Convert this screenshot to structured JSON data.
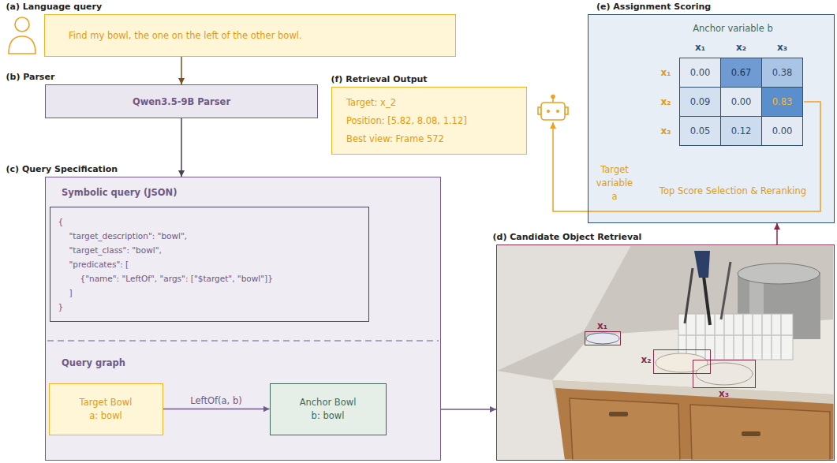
{
  "diagram": {
    "nodes": [
      {
        "text": [
          "(a) Language query",
          "Find my bowl, the one on the left of the other bowl."
        ]
      },
      {
        "text": [
          "(b) Parser",
          "Qwen3.5-9B Parser"
        ]
      },
      {
        "text": [
          "(c) Query Specification",
          "Symbolic query (JSON)",
          "Query graph"
        ]
      },
      {
        "text": [
          "{",
          "\"target_description\": \"bowl\",",
          "\"target_class\": \"bowl\",",
          "\"predicates\": [",
          "{\"name\": \"LeftOf\", \"args\": [\"$target\", \"bowl\"]}",
          "]",
          "}"
        ],
        "in": 2
      },
      {
        "text": [
          "Target Bowl",
          "a: bowl"
        ],
        "in": 2
      },
      {
        "text": [
          "Anchor Bowl",
          "b: bowl"
        ],
        "in": 2
      },
      {
        "text": [
          "(d) Candidate Object Retrieval"
        ]
      },
      {
        "text": [
          "x₁"
        ],
        "in": 6
      },
      {
        "text": [
          "x₂"
        ],
        "in": 6
      },
      {
        "text": [
          "x₃"
        ],
        "in": 6
      },
      {
        "text": [
          "(e) Assignment Scoring",
          "Anchor variable b",
          "Target variable a",
          "Top Score Selection & Reranking"
        ]
      },
      {
        "text": [
          "(f) Retrieval Output",
          "Target: x_2",
          "Position: [5.82, 8.08, 1.12]",
          "Best view: Frame 572"
        ]
      }
    ],
    "edges": [
      {
        "from": 0,
        "to": 1,
        "arrow": "to"
      },
      {
        "from": 1,
        "to": 2,
        "arrow": "to"
      },
      {
        "from": 2,
        "to": 6,
        "arrow": "to"
      },
      {
        "from": 6,
        "to": 10,
        "arrow": "to"
      },
      {
        "from": 4,
        "to": 5,
        "label": "LeftOf(a, b)",
        "arrow": "to"
      }
    ],
    "labels": [
      "x₁",
      "x₂",
      "x₃",
      "x₁",
      "x₂",
      "x₃",
      "0.00",
      "0.67",
      "0.38",
      "0.09",
      "0.00",
      "0.83",
      "0.05",
      "0.12",
      "0.00"
    ]
  }
}
